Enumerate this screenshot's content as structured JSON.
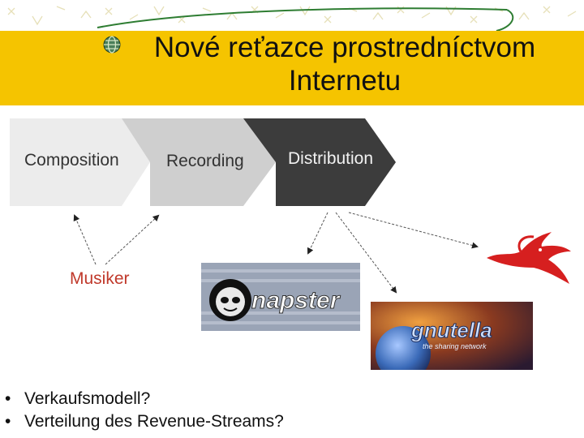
{
  "slide": {
    "title": "Nové reťazce prostredníctvom Internetu"
  },
  "chain": {
    "steps": [
      "Composition",
      "Recording",
      "Distribution"
    ]
  },
  "actor": {
    "label": "Musiker"
  },
  "logos": {
    "napster": "napster",
    "gnutella": "gnutella",
    "gnutella_tagline": "the sharing network"
  },
  "bullets": {
    "marker": "•",
    "items": [
      "Verkaufsmodell?",
      "Verteilung des Revenue-Streams?"
    ]
  },
  "icons": [
    "bullet-globe-icon",
    "napster-cat-icon",
    "red-bird-icon",
    "earth-globe-icon"
  ],
  "colors": {
    "title_band": "#f5c400",
    "chevron_1": "#ececec",
    "chevron_2": "#cfcfcf",
    "chevron_3": "#3c3c3c",
    "musiker": "#c0392b",
    "bird": "#d61f1f"
  }
}
